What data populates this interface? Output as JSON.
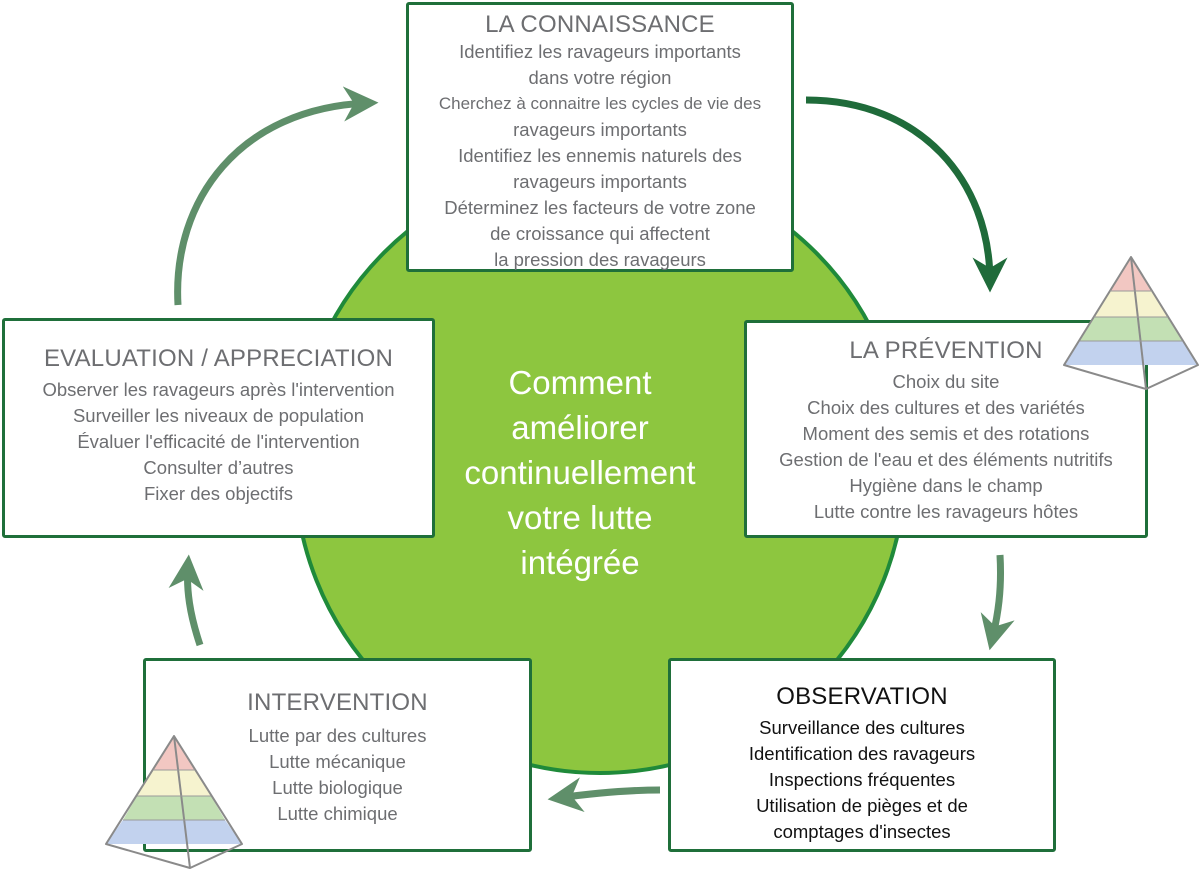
{
  "center": {
    "question_lines": [
      "Comment",
      "améliorer",
      "continuellement",
      "votre lutte",
      "intégrée"
    ]
  },
  "boxes": {
    "connaissance": {
      "title": "LA CONNAISSANCE",
      "lines": [
        "Identifiez les ravageurs importants",
        "dans votre région",
        "Cherchez à connaitre les cycles de vie des",
        "ravageurs importants",
        "Identifiez les ennemis naturels des",
        "ravageurs importants",
        "Déterminez les facteurs de votre zone",
        "de croissance qui affectent",
        "la pression des ravageurs"
      ]
    },
    "prevention": {
      "title": "LA PRÉVENTION",
      "lines": [
        "Choix du site",
        "Choix des cultures et des variétés",
        "Moment des semis et des rotations",
        "Gestion de l'eau et des éléments nutritifs",
        "Hygiène dans le champ",
        "Lutte contre les ravageurs hôtes"
      ]
    },
    "observation": {
      "title": "OBSERVATION",
      "lines": [
        "Surveillance des cultures",
        "Identification des ravageurs",
        "Inspections fréquentes",
        "Utilisation de pièges et de",
        "comptages d'insectes"
      ]
    },
    "intervention": {
      "title": "INTERVENTION",
      "lines": [
        "Lutte par des cultures",
        "Lutte mécanique",
        "Lutte biologique",
        "Lutte chimique"
      ]
    },
    "evaluation": {
      "title": "EVALUATION / APPRECIATION",
      "lines": [
        "Observer les ravageurs après l'intervention",
        "Surveiller les niveaux de population",
        "Évaluer l'efficacité de l'intervention",
        "Consulter d’autres",
        "Fixer des objectifs"
      ]
    }
  },
  "colors": {
    "circle_fill": "#8dc63f",
    "circle_stroke": "#1f8a3a",
    "box_border": "#1f6f3a",
    "arrow_dark": "#1f6b3a",
    "arrow_muted": "#5f8f6a",
    "pyramid_red": "#f2c7c2",
    "pyramid_yellow": "#f6f3cf",
    "pyramid_green": "#c3e0b4",
    "pyramid_blue": "#c2d2ee"
  }
}
